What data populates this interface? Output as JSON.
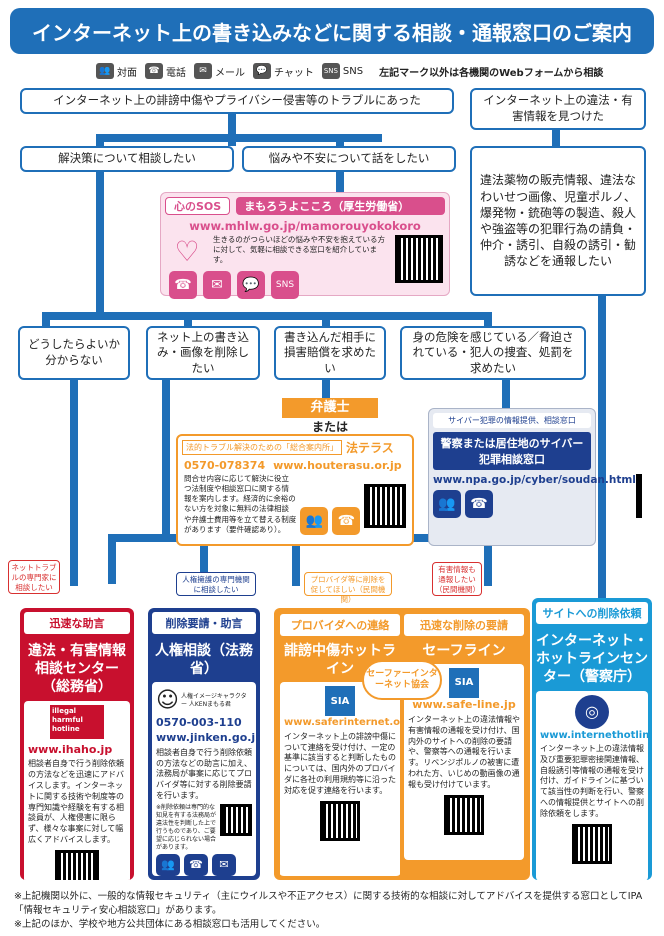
{
  "title": "インターネット上の書き込みなどに関する相談・通報窓口のご案内",
  "legend": {
    "items": [
      {
        "icon": "face-to-face-icon",
        "glyph": "👥",
        "label": "対面"
      },
      {
        "icon": "phone-icon",
        "glyph": "☎",
        "label": "電話"
      },
      {
        "icon": "mail-icon",
        "glyph": "✉",
        "label": "メール"
      },
      {
        "icon": "chat-icon",
        "glyph": "💬",
        "label": "チャット"
      },
      {
        "icon": "sns-icon",
        "glyph": "SNS",
        "label": "SNS"
      }
    ],
    "note": "左記マーク以外は各機関のWebフォームから相談"
  },
  "flow": {
    "trouble": "インターネット上の誹謗中傷やプライバシー侵害等のトラブルにあった",
    "illegal": "インターネット上の違法・有害情報を見つけた",
    "solution": "解決策について相談したい",
    "worry": "悩みや不安について話をしたい",
    "report_box": "違法薬物の販売情報、違法なわいせつ画像、児童ポルノ、爆発物・銃砲等の製造、殺人や強盗等の犯罪行為の請負・仲介・誘引、自殺の誘引・勧誘などを通報したい",
    "how": "どうしたらよいか分からない",
    "delete": "ネット上の書き込み・画像を削除したい",
    "compensation": "書き込んだ相手に損害賠償を求めたい",
    "danger": "身の危険を感じている／脅迫されている・犯人の捜査、処罰を求めたい"
  },
  "sos": {
    "tag": "心のSOS",
    "name": "まもろうよこころ（厚生労働省）",
    "url": "www.mhlw.go.jp/mamorouyokokoro",
    "desc": "生きるのがつらいほどの悩みや不安を抱えている方に対して、気軽に相談できる窓口を紹介しています。",
    "icons": [
      "☎",
      "✉",
      "💬",
      "SNS"
    ]
  },
  "lawyer": {
    "label": "弁護士",
    "or": "または",
    "hourei_tag": "法的トラブル解決のための「総合案内所」",
    "hourei_name": "法テラス",
    "phone": "0570-078374",
    "url": "www.houterasu.or.jp",
    "desc": "問合せ内容に応じて解決に役立つ法制度や相談窓口に関する情報を案内します。経済的に余裕のない方を対象に無料の法律相談や弁護士費用等を立て替える制度があります（要件確認あり）。"
  },
  "cyber": {
    "tag": "サイバー犯罪の情報提供、相談窓口",
    "name": "警察または居住地のサイバー犯罪相談窓口",
    "url": "www.npa.go.jp/cyber/soudan.html"
  },
  "callouts": {
    "ihaho": "ネットトラブルの専門家に相談したい",
    "jinken": "人権擁護の専門機関に相談したい",
    "provider": "プロバイダ等に削除を促してほしい（民間機関）",
    "safeline": "有害情報も通報したい（民間機関）"
  },
  "cards": {
    "ihaho": {
      "head": "迅速な助言",
      "name": "違法・有害情報相談センター（総務省）",
      "logo": "illegal harmful hotline",
      "url": "www.ihaho.jp",
      "desc": "相談者自身で行う削除依頼の方法などを迅速にアドバイスします。インターネットに関する技術や制度等の専門知識や経験を有する相談員が、人権侵害に限らず、様々な事案に対して幅広くアドバイスします。"
    },
    "jinken": {
      "head": "削除要請・助言",
      "name": "人権相談（法務省）",
      "mascot": "人権イメージキャラクター 人KENまもる君",
      "phone": "0570-003-110",
      "url": "www.jinken.go.jp",
      "desc": "相談者自身で行う削除依頼の方法などの助言に加え、法務局が事案に応じてプロバイダ等に対する削除要請を行います。",
      "note": "※削除依頼は専門的な知見を有する法務局が違法性を判断した上で行うものであり、ご要望に応じられない場合があります。"
    },
    "saferinternet": {
      "head": "プロバイダへの連絡",
      "name": "誹謗中傷ホットライン",
      "url": "www.saferinternet.or.jp/bullying/",
      "desc": "インターネット上の誹謗中傷について連絡を受け付け、一定の基準に該当すると判断したものについては、国内外のプロバイダに各社の利用規約等に沿った対応を促す連絡を行います。"
    },
    "safeline": {
      "head": "迅速な削除の要請",
      "name": "セーフライン",
      "url": "www.safe-line.jp",
      "desc": "インターネット上の違法情報や有害情報の通報を受け付け、国内外のサイトへの削除の要請や、警察等への通報を行います。リベンジポルノの被害に遭われた方、いじめの動画像の通報も受け付けています。"
    },
    "sia": {
      "name": "セーファーインターネット協会",
      "logo": "SIA"
    },
    "hotline": {
      "head": "サイトへの削除依頼",
      "name": "インターネット・ホットラインセンター（警察庁）",
      "url": "www.internethotline.jp",
      "desc": "インターネット上の違法情報及び重要犯罪密接関連情報、自殺誘引等情報の通報を受け付け、ガイドラインに基づいて該当性の判断を行い、警察への情報提供とサイトへの削除依頼をします。"
    }
  },
  "footer": {
    "line1": "※上記機関以外に、一般的な情報セキュリティ（主にウイルスや不正アクセス）に関する技術的な相談に対してアドバイスを提供する窓口としてIPA「情報セキュリティ安心相談窓口」があります。",
    "line2": "※上記のほか、学校や地方公共団体にある相談窓口も活用してください。"
  },
  "colors": {
    "blue": "#1f6fb8",
    "pink": "#d94f8c",
    "orange": "#f39a2b",
    "red": "#c8102e",
    "cyan": "#1a9ad6",
    "navy": "#1e3f8f"
  }
}
